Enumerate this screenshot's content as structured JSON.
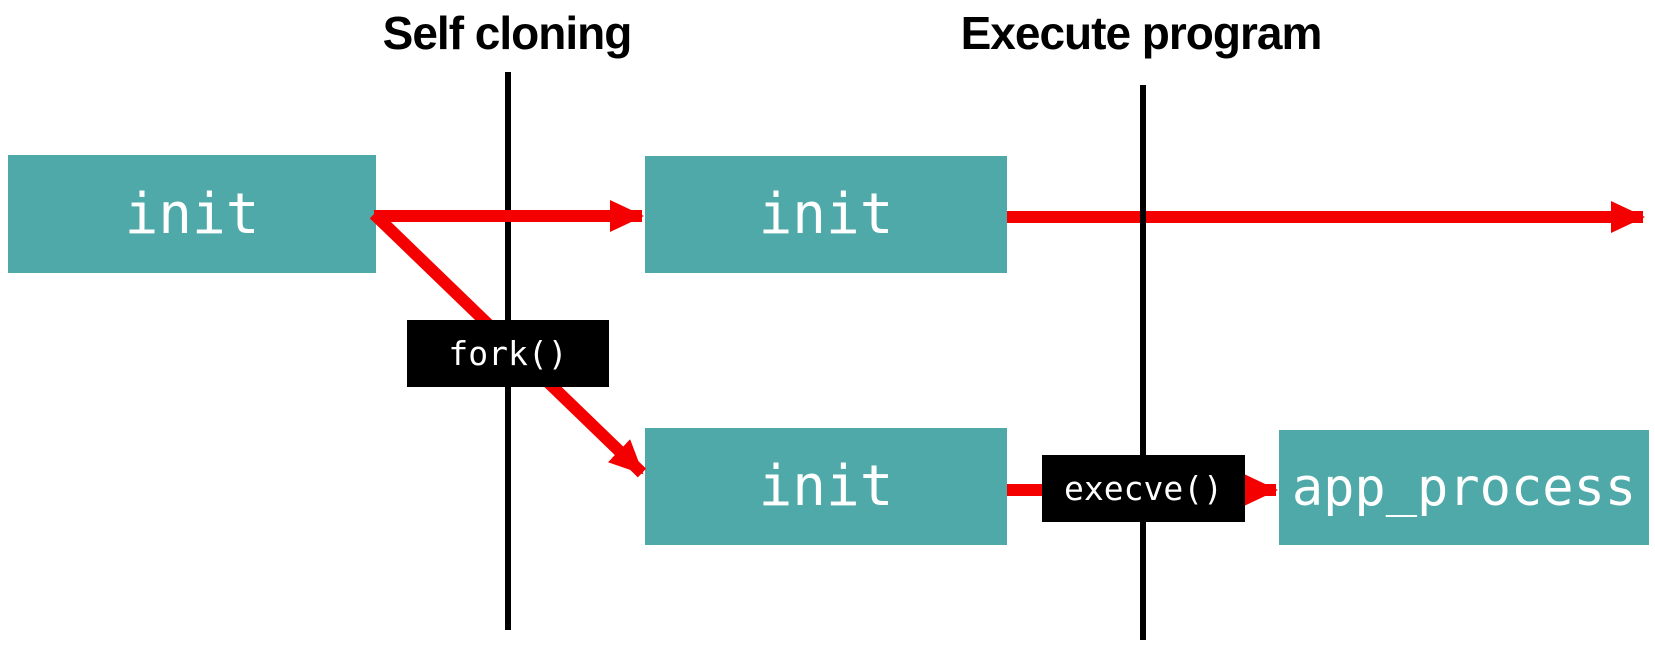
{
  "titles": {
    "self_cloning": "Self cloning",
    "execute_program": "Execute program"
  },
  "boxes": {
    "init_parent": "init",
    "init_continued": "init",
    "init_child": "init",
    "app_process": "app_process"
  },
  "syscalls": {
    "fork": "fork()",
    "execve": "execve()"
  },
  "colors": {
    "teal": "#4FA9A9",
    "red": "#F40000",
    "black": "#000000",
    "white": "#FFFFFF"
  }
}
